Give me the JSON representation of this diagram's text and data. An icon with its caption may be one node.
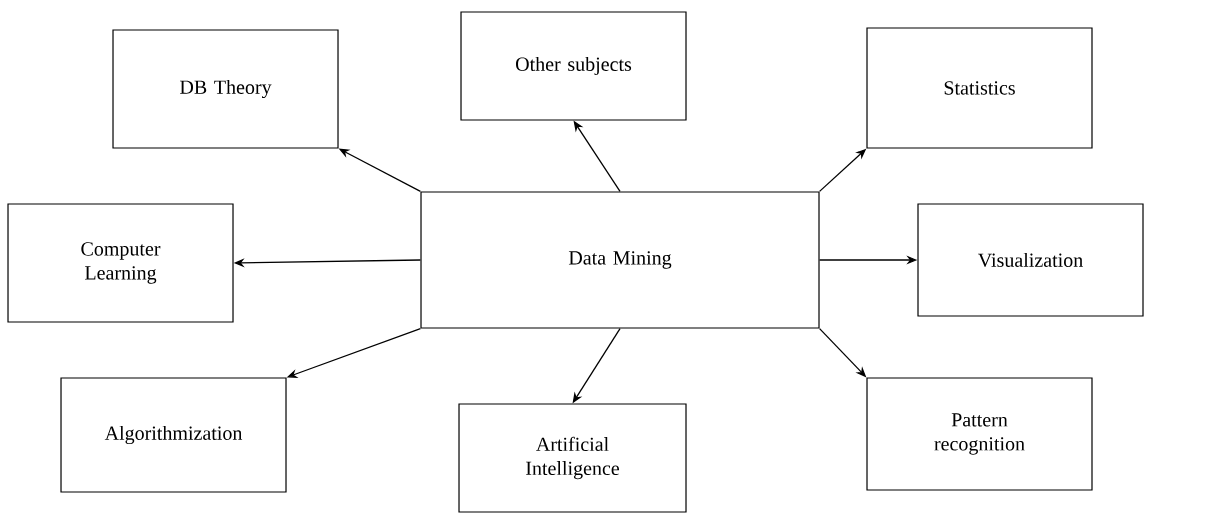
{
  "diagram": {
    "nodes": [
      {
        "text": [
          "DB Theory"
        ]
      },
      {
        "text": [
          "Other subjects"
        ]
      },
      {
        "text": [
          "Statistics"
        ]
      },
      {
        "text": [
          "Computer Learning"
        ]
      },
      {
        "text": [
          "Data Mining"
        ]
      },
      {
        "text": [
          "Visualization"
        ]
      },
      {
        "text": [
          "Algorithmization"
        ]
      },
      {
        "text": [
          "Artificial Intelligence"
        ]
      },
      {
        "text": [
          "Pattern recognition"
        ]
      }
    ],
    "edges": [
      {
        "from": 4,
        "to": 0,
        "arrow": "to"
      },
      {
        "from": 4,
        "to": 1,
        "arrow": "to"
      },
      {
        "from": 4,
        "to": 2,
        "arrow": "to"
      },
      {
        "from": 4,
        "to": 3,
        "arrow": "to"
      },
      {
        "from": 4,
        "to": 5,
        "arrow": "to"
      },
      {
        "from": 4,
        "to": 6,
        "arrow": "to"
      },
      {
        "from": 4,
        "to": 7,
        "arrow": "to"
      },
      {
        "from": 4,
        "to": 8,
        "arrow": "to"
      }
    ]
  }
}
